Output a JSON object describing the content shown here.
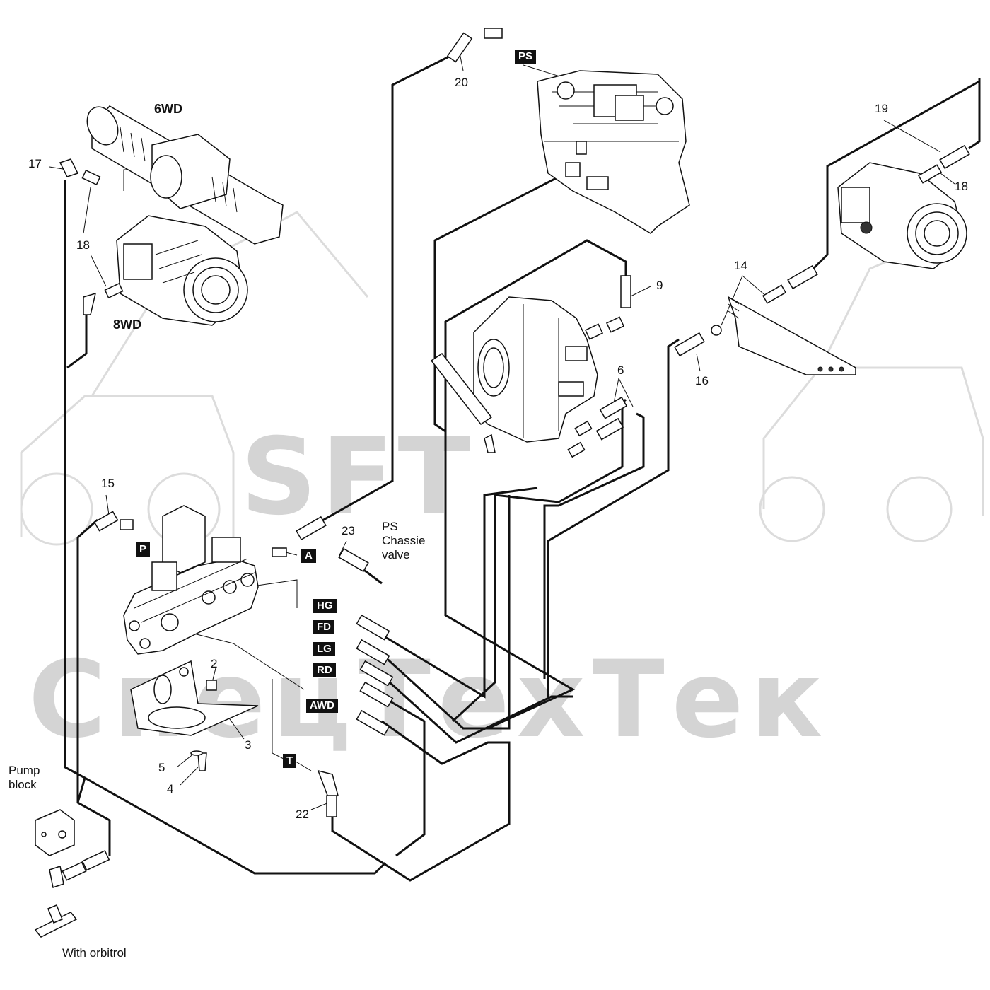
{
  "watermark": {
    "top_text": "SFT",
    "bottom_text": "СпецТехТек"
  },
  "drive_labels": {
    "six_wd": "6WD",
    "eight_wd": "8WD"
  },
  "part_numbers": {
    "p2": "2",
    "p3": "3",
    "p4": "4",
    "p5": "5",
    "p6": "6",
    "p9": "9",
    "p14": "14",
    "p15": "15",
    "p16": "16",
    "p17": "17",
    "p18_left": "18",
    "p18_right": "18",
    "p19": "19",
    "p20": "20",
    "p22": "22",
    "p23": "23"
  },
  "port_tags": {
    "ps": "PS",
    "p": "P",
    "a": "A",
    "hg": "HG",
    "fd": "FD",
    "lg": "LG",
    "rd": "RD",
    "awd": "AWD",
    "t": "T"
  },
  "notes": {
    "ps_chassie_valve": [
      "PS",
      "Chassie",
      "valve"
    ],
    "pump_block": [
      "Pump",
      "block"
    ],
    "with_orbitrol": "With orbitrol"
  }
}
